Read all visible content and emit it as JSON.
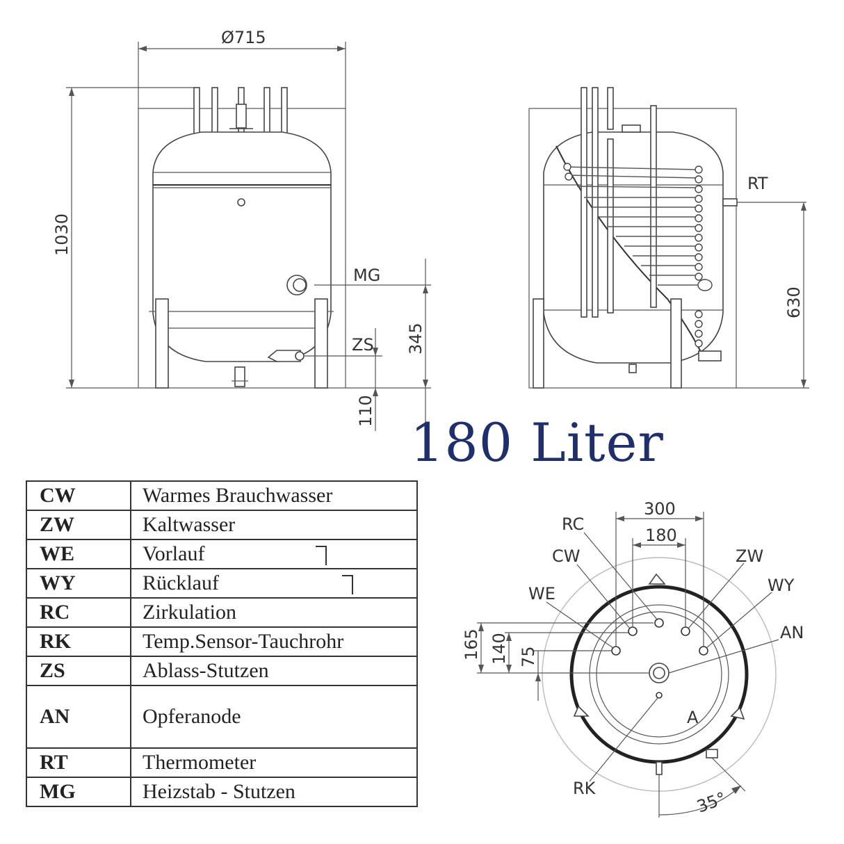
{
  "title": "180 Liter",
  "front_view": {
    "dim_diameter": "Ø715",
    "dim_height": "1030",
    "dim_mg_height": "345",
    "dim_zs_height": "110",
    "label_mg": "MG",
    "label_zs": "ZS"
  },
  "side_view": {
    "dim_rt_height": "630",
    "label_rt": "RT"
  },
  "top_view": {
    "dim_300": "300",
    "dim_180": "180",
    "dim_165": "165",
    "dim_140": "140",
    "dim_75": "75",
    "dim_angle": "35°",
    "label_rc": "RC",
    "label_cw": "CW",
    "label_zw": "ZW",
    "label_we": "WE",
    "label_wy": "WY",
    "label_an": "AN",
    "label_rk": "RK",
    "label_a": "A"
  },
  "legend": [
    {
      "code": "CW",
      "text": "Warmes Brauchwasser"
    },
    {
      "code": "ZW",
      "text": "Kaltwasser"
    },
    {
      "code": "WE",
      "text": "Vorlauf"
    },
    {
      "code": "WY",
      "text": "Rücklauf"
    },
    {
      "code": "RC",
      "text": "Zirkulation"
    },
    {
      "code": "RK",
      "text": "Temp.Sensor-Tauchrohr"
    },
    {
      "code": "ZS",
      "text": "Ablass-Stutzen"
    },
    {
      "code": "AN",
      "text": "Opferanode"
    },
    {
      "code": "RT",
      "text": "Thermometer"
    },
    {
      "code": "MG",
      "text": "Heizstab - Stutzen"
    }
  ]
}
